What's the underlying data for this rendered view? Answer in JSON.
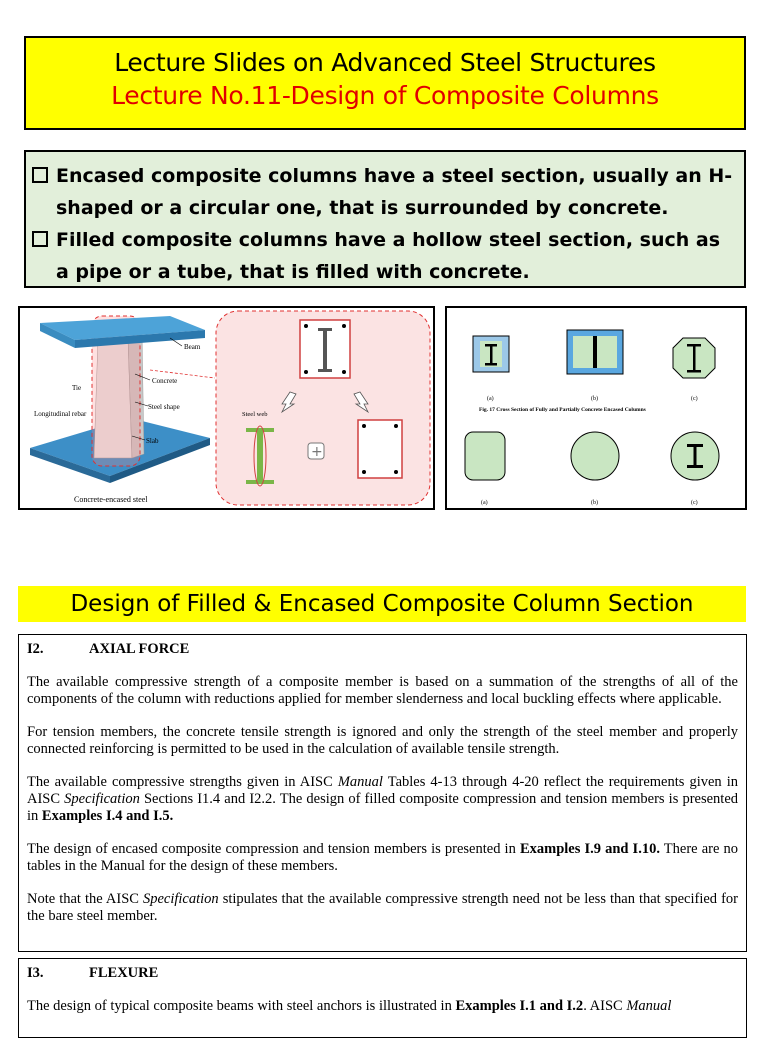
{
  "title": {
    "line1": "Lecture Slides on Advanced Steel Structures",
    "line2": "Lecture No.11-Design of Composite Columns"
  },
  "bullets": [
    "Encased composite columns have a steel section, usually an H-shaped or a circular one, that is surrounded by concrete.",
    "Filled composite columns have a hollow steel section, such as a pipe or a tube, that is filled with concrete."
  ],
  "figure1": {
    "beam": "Beam",
    "concrete": "Concrete",
    "tie": "Tie",
    "steel_shape": "Steel shape",
    "longitudinal": "Longitudinal rebar",
    "slab": "Slab",
    "caption": "Concrete-encased steel",
    "steel_web": "Steel web",
    "plus": "+"
  },
  "figure2": {
    "caption": "Fig. 17 Cross Section of Fully and Partially Concrete Encased Columns",
    "a": "(a)",
    "b": "(b)",
    "c": "(c)"
  },
  "section_title": "Design of Filled & Encased Composite Column Section",
  "doc": {
    "i2_num": "I2.",
    "i2_title": "AXIAL FORCE",
    "p1": "The available compressive strength of a composite member is based on a summation of the strengths of all of the components of the column with reductions applied for member slenderness and local buckling effects where applicable.",
    "p2": "For tension members, the concrete tensile strength is ignored and only the strength of the steel member and properly connected reinforcing is permitted to be used in the calculation of available tensile strength.",
    "p3a": "The available compressive strengths given in AISC ",
    "p3b": "Manual",
    "p3c": " Tables 4-13 through 4-20 reflect the requirements given in AISC ",
    "p3d": "Specification",
    "p3e": " Sections I1.4 and I2.2.  The design of filled composite compression and tension members is presented in ",
    "p3f": "Examples I.4 and I.5.",
    "p4a": "The design of encased composite compression and tension members is presented in ",
    "p4b": "Examples I.9 and I.10.",
    "p4c": " There are no tables in the Manual for the design of these members.",
    "p5a": "Note that the AISC ",
    "p5b": "Specification",
    "p5c": " stipulates that the available compressive strength need not be less than that specified for the bare steel member.",
    "i3_num": "I3.",
    "i3_title": "FLEXURE",
    "p6a": "The design of typical composite beams with steel anchors is illustrated in ",
    "p6b": "Examples I.1 and I.2",
    "p6c": ".  AISC ",
    "p6d": "Manual"
  }
}
